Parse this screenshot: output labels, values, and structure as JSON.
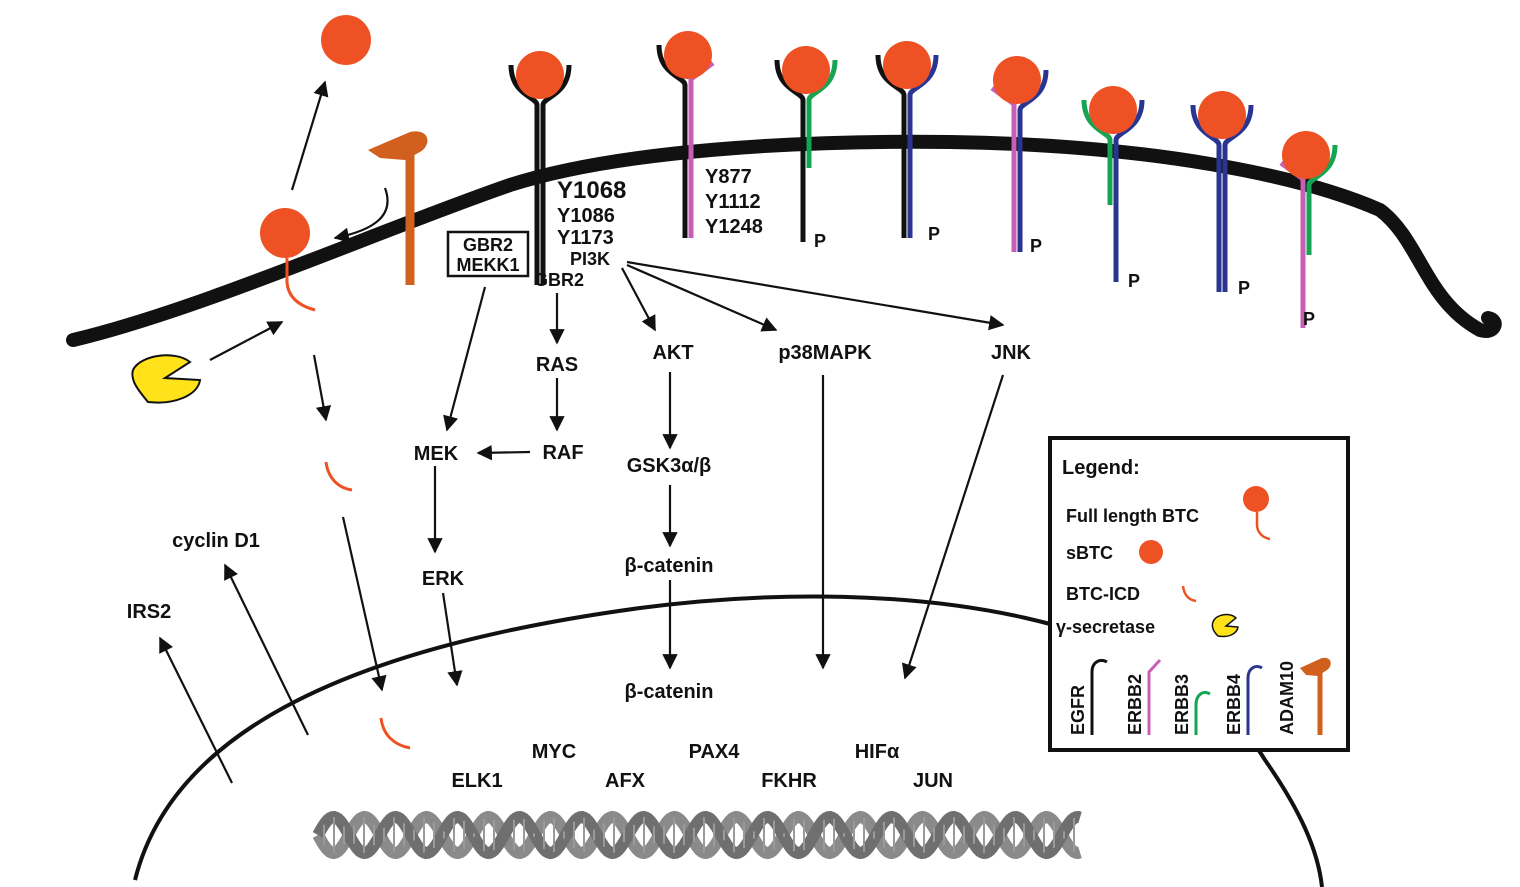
{
  "colors": {
    "btc": "#ee5124",
    "egfr": "#111111",
    "erbb2": "#c75fb5",
    "erbb3": "#15a552",
    "erbb4": "#2a3592",
    "adam10": "#d1601f",
    "gamma_secretase": "#ffe21a",
    "dna": "#8a8a8a"
  },
  "phospho": {
    "egfr_sites": [
      "Y1068",
      "Y1086",
      "Y1173"
    ],
    "erbb2_sites": [
      "Y877",
      "Y1112",
      "Y1248"
    ],
    "p_label": "P"
  },
  "adaptors": {
    "box_line1": "GBR2",
    "box_line2": "MEKK1",
    "pi3k": "PI3K",
    "gbr2": "GBR2"
  },
  "pathway": {
    "ras": "RAS",
    "raf": "RAF",
    "mek": "MEK",
    "erk": "ERK",
    "akt": "AKT",
    "gsk3": "GSK3α/β",
    "bcat_cyto": "β-catenin",
    "bcat_nuc": "β-catenin",
    "p38": "p38MAPK",
    "jnk": "JNK",
    "cyclin_d1": "cyclin D1",
    "irs2": "IRS2"
  },
  "nucleus": {
    "elk1": "ELK1",
    "myc": "MYC",
    "afx": "AFX",
    "pax4": "PAX4",
    "fkhr": "FKHR",
    "hif": "HIFα",
    "jun": "JUN"
  },
  "legend": {
    "title": "Legend:",
    "full_btc": "Full length BTC",
    "sbtc": "sBTC",
    "btc_icd": "BTC-ICD",
    "gamma": "γ-secretase",
    "egfr": "EGFR",
    "erbb2": "ERBB2",
    "erbb3": "ERBB3",
    "erbb4": "ERBB4",
    "adam10": "ADAM10"
  }
}
